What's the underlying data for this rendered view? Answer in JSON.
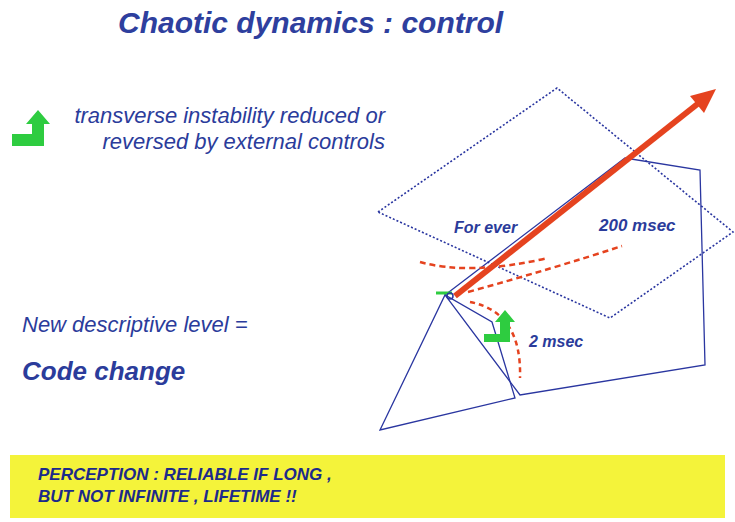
{
  "diagram": {
    "title": "Chaotic dynamics : control",
    "nodes": [
      {
        "text": [
          "PERCEPTION : RELIABLE IF LONG , BUT NOT INFINITE , LIFETIME !!"
        ]
      }
    ],
    "labels": [
      "transverse instability reduced or reversed by external controls",
      "New descriptive level =",
      "Code change",
      "For ever",
      "200 msec",
      "2 msec"
    ]
  }
}
